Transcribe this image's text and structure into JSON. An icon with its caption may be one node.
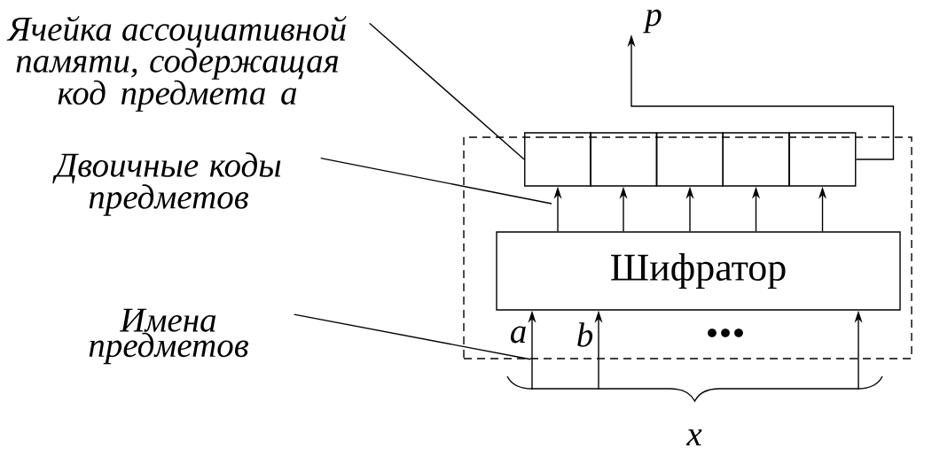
{
  "diagram": {
    "nodes": [
      {
        "text": [],
        "shape": "box"
      },
      {
        "text": [],
        "shape": "box",
        "in": 0
      },
      {
        "text": [],
        "shape": "box",
        "in": 0
      },
      {
        "text": [],
        "shape": "box",
        "in": 0
      },
      {
        "text": [],
        "shape": "box",
        "in": 0
      },
      {
        "text": [],
        "shape": "box",
        "in": 0
      },
      {
        "text": [
          "Шифратор"
        ],
        "in": 0
      },
      {
        "text": [
          "p"
        ]
      },
      {
        "text": [
          "Ячейка ассоциативной памяти, содержащая код предмета a"
        ]
      },
      {
        "text": [
          "Двоичные коды предметов"
        ]
      },
      {
        "text": [
          "Имена предметов"
        ]
      }
    ],
    "edges": [
      {
        "from": 6,
        "to": 1,
        "arrow": "to"
      },
      {
        "from": 6,
        "to": 2,
        "arrow": "to"
      },
      {
        "from": 6,
        "to": 3,
        "arrow": "to"
      },
      {
        "from": 6,
        "to": 4,
        "arrow": "to"
      },
      {
        "from": 6,
        "to": 5,
        "arrow": "to"
      },
      {
        "from": 5,
        "to": 7,
        "arrow": "to"
      },
      {
        "from": null,
        "to": 6,
        "arrow": "to",
        "label": "a"
      },
      {
        "from": null,
        "to": 6,
        "arrow": "to",
        "label": "b"
      },
      {
        "from": null,
        "to": 6,
        "arrow": "to"
      },
      {
        "from": 8,
        "to": 1,
        "arrow": "none"
      },
      {
        "from": 9,
        "to": null,
        "arrow": "none"
      },
      {
        "from": 10,
        "to": 0,
        "arrow": "none"
      }
    ],
    "labels": [
      "...",
      "x"
    ]
  }
}
